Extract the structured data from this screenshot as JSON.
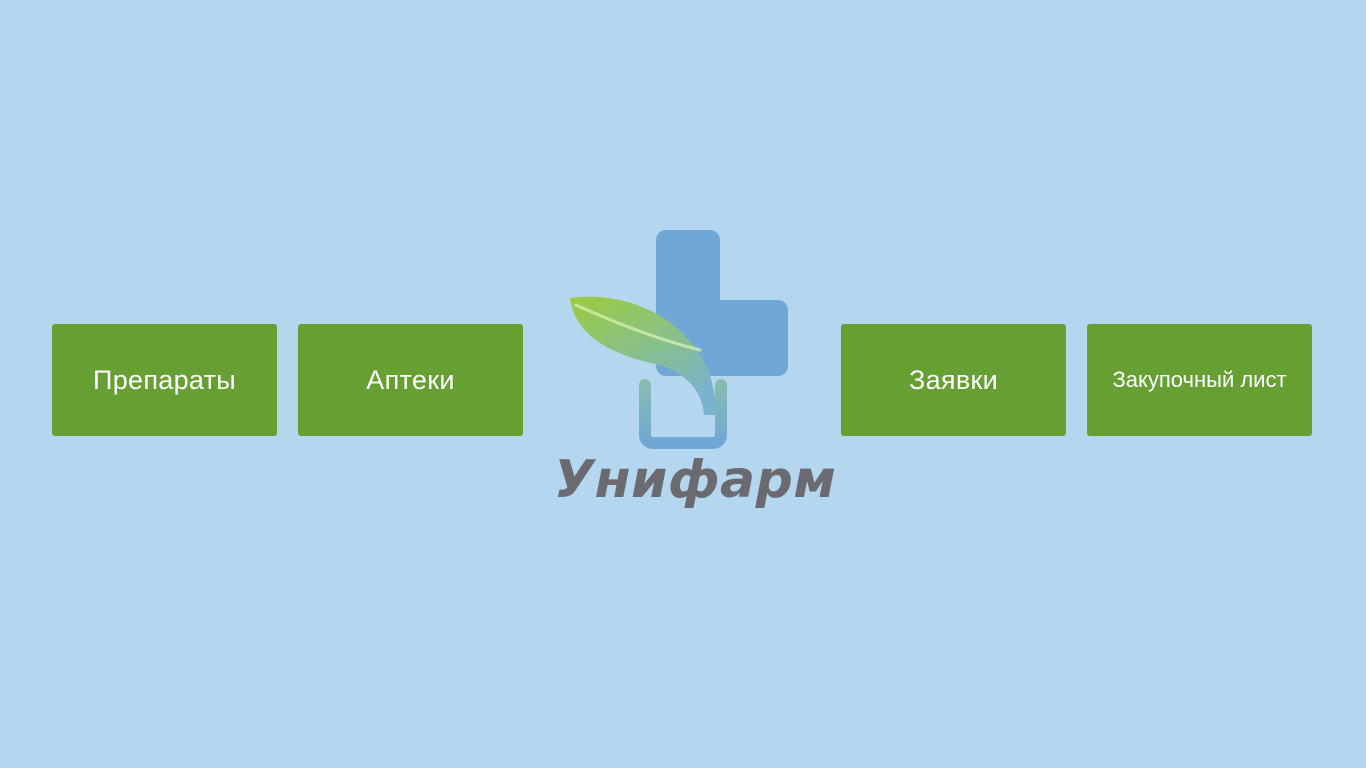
{
  "menu": {
    "tiles": [
      {
        "label": "Препараты"
      },
      {
        "label": "Аптеки"
      },
      {
        "label": "Заявки"
      },
      {
        "label": "Закупочный лист"
      }
    ]
  },
  "logo": {
    "brand_name": "Унифарм",
    "icon": "cross-leaf-icon"
  },
  "colors": {
    "background": "#b4d7ef",
    "tile": "#66a033",
    "tile_text": "#ffffff",
    "cross": "#6fa8d6",
    "leaf_top": "#9dcb3c",
    "brand_text": "#6a6a70"
  }
}
